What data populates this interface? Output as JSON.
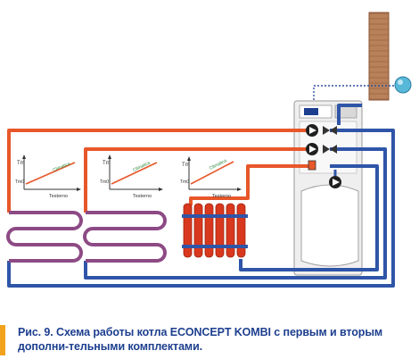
{
  "caption": "Рис. 9. Схема работы котла ECONCEPT KOMBI с первым и вторым дополни-тельными комплектами.",
  "graphs": [
    {
      "t_label": "Tm",
      "t_label2": "Tm0",
      "x_label": "Testerno",
      "curve_label": "Climatica"
    },
    {
      "t_label": "Tm",
      "t_label2": "Tm0",
      "x_label": "Testerno",
      "curve_label": "Climatica"
    },
    {
      "t_label": "Tm",
      "t_label2": "Tm0",
      "x_label": "Testerno",
      "curve_label": "Climatica"
    }
  ],
  "colors": {
    "supply_pipe": "#e8572a",
    "return_pipe": "#2f55a8",
    "floor_coil": "#8d4a85",
    "radiator": "#d8381e",
    "wall": "#b8815a",
    "caption_text": "#1d3f8f",
    "caption_bar": "#f2a21c",
    "boiler_body": "#f1f1f1",
    "sensor_line": "#2a4fa0",
    "sensor": "#57b8d8"
  }
}
